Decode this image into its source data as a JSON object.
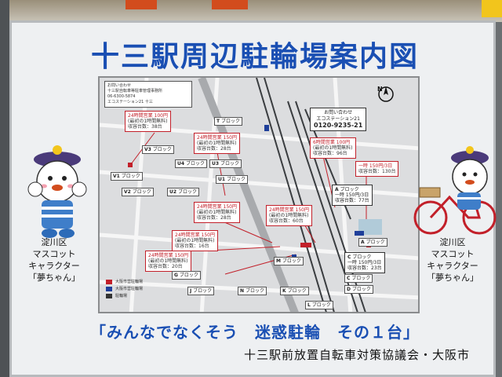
{
  "title": "十三駅周辺駐輪場案内図",
  "notice": {
    "heading": "お問い合わせ",
    "line1": "十三駅自転車等駐車管理事務所",
    "phone": "06-6300-5874",
    "line2": "エコステーション21 十三"
  },
  "compass": "N",
  "contact": {
    "heading": "お問い合わせ",
    "org": "エコステーション21",
    "phone": "0120-9235-21"
  },
  "red_boxes": [
    {
      "hours": "24時間営業 100円",
      "free": "(最初の1時間無料)",
      "capacity": "収容台数：38台"
    },
    {
      "hours": "24時間営業 150円",
      "free": "(最初の1時間無料)",
      "capacity": "収容台数：28台"
    },
    {
      "hours": "6時間営業 100円",
      "free": "(最初の1時間無料)",
      "capacity": "収容台数：96台"
    },
    {
      "hours": "一時 150円/3日",
      "free": "",
      "capacity": "収容台数：130台"
    },
    {
      "hours": "24時間営業 150円",
      "free": "(最初の1時間無料)",
      "capacity": "収容台数：28台"
    },
    {
      "hours": "24時間営業 150円",
      "free": "(最初の1時間無料)",
      "capacity": "収容台数：60台"
    },
    {
      "hours": "24時間営業 150円",
      "free": "(最初の1時間無料)",
      "capacity": "収容台数：16台"
    },
    {
      "hours": "24時間営業 150円",
      "free": "(最初の1時間無料)",
      "capacity": "収容台数：20台"
    }
  ],
  "blocks": [
    {
      "name": "V3",
      "text": "ブロック"
    },
    {
      "name": "U4",
      "text": "ブロック"
    },
    {
      "name": "U3",
      "text": "ブロック"
    },
    {
      "name": "U1",
      "text": "ブロック"
    },
    {
      "name": "V1",
      "text": "ブロック"
    },
    {
      "name": "V2",
      "text": "ブロック"
    },
    {
      "name": "U2",
      "text": "ブロック"
    },
    {
      "name": "T",
      "text": "ブロック"
    },
    {
      "name": "M",
      "text": "ブロック"
    },
    {
      "name": "G",
      "text": "ブロック"
    },
    {
      "name": "J",
      "text": "ブロック"
    },
    {
      "name": "N",
      "text": "ブロック"
    },
    {
      "name": "K",
      "text": "ブロック"
    },
    {
      "name": "L",
      "text": "ブロック"
    },
    {
      "name": "A",
      "text": "ブロック"
    },
    {
      "name": "C",
      "text": "ブロック"
    },
    {
      "name": "D",
      "text": "ブロック"
    }
  ],
  "a_block": {
    "name": "A",
    "label": "ブロック",
    "fee": "一時 150円/3日",
    "capacity": "収容台数：77台"
  },
  "c_block": {
    "name": "C",
    "label": "ブロック",
    "fee": "一時 150円/3日",
    "capacity": "収容台数：23台"
  },
  "legend": {
    "item1": "大阪市営駐輪場",
    "item2": "大阪市営駐輪場",
    "item3": "駐輪場"
  },
  "mascot_left": [
    "淀川区",
    "マスコット",
    "キャラクター",
    "「夢ちゃん」"
  ],
  "mascot_right": [
    "淀川区",
    "マスコット",
    "キャラクター",
    "「夢ちゃん」"
  ],
  "slogan": "「みんなでなくそう　迷惑駐輪　その１台」",
  "sponsor": "十三駅前放置自転車対策協議会・大阪市",
  "colors": {
    "title_blue": "#1a4fb3",
    "parking_red": "#c2202a",
    "legend_blue": "#1f3f9a"
  }
}
